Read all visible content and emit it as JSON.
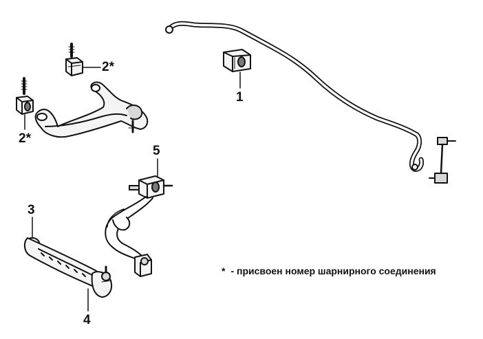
{
  "callouts": {
    "c1": "1",
    "c2a": "2*",
    "c2b": "2*",
    "c3": "3",
    "c4": "4",
    "c5": "5"
  },
  "note": {
    "marker": "*",
    "text": "- присвоен номер шарнирного соединения"
  },
  "colors": {
    "ink": "#111111",
    "fill_light": "#f4f4f4",
    "fill_mid": "#d8d8d8",
    "fill_dark": "#7a7a7a"
  }
}
